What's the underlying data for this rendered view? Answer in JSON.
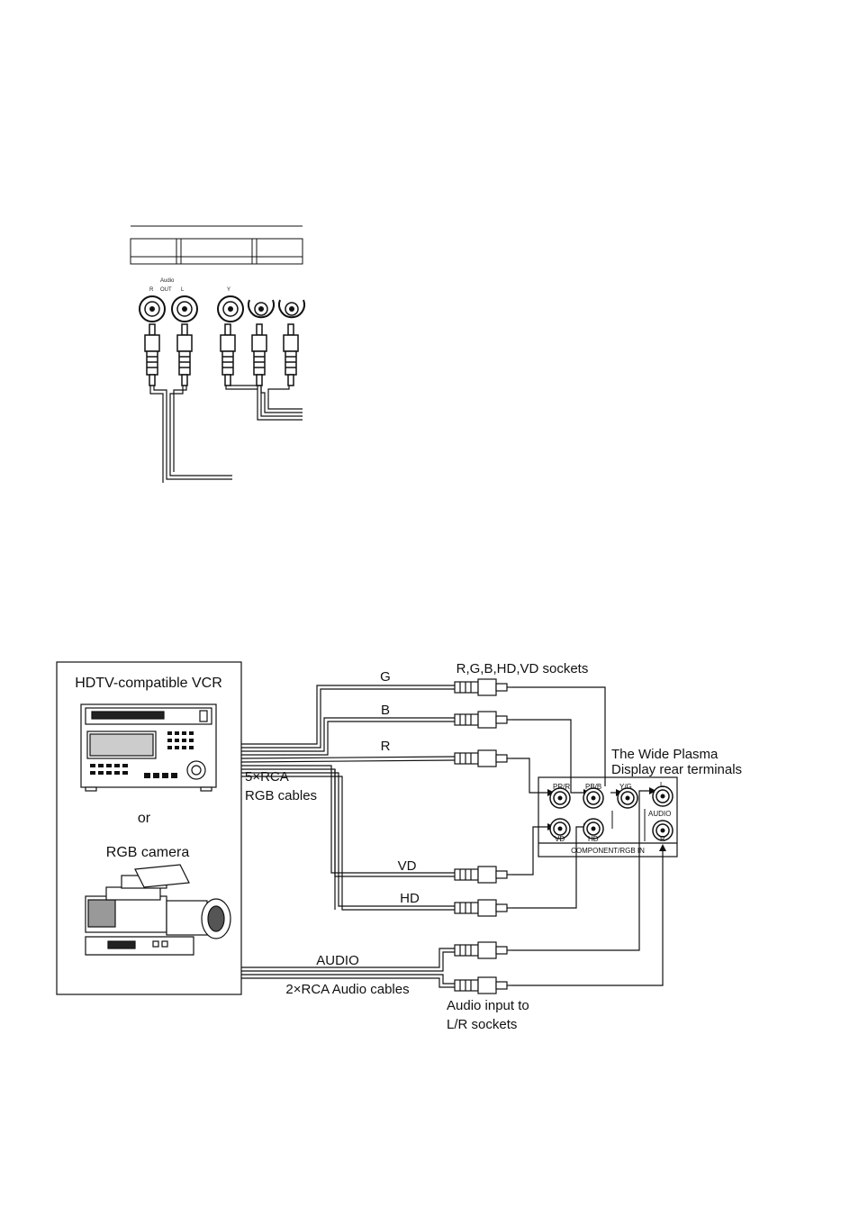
{
  "top_panel": {
    "audio_heading": "Audio",
    "out_label": "OUT",
    "r_label": "R",
    "l_label": "L",
    "y_label": "Y"
  },
  "source_box": {
    "vcr_label": "HDTV-compatible VCR",
    "or_label": "or",
    "camera_label": "RGB camera"
  },
  "cables": {
    "rgb_cables_line1": "5×RCA",
    "rgb_cables_line2": "RGB cables",
    "audio_cables": "2×RCA Audio cables",
    "audio_tag": "AUDIO"
  },
  "signals": {
    "g": "G",
    "b": "B",
    "r": "R",
    "vd": "VD",
    "hd": "HD"
  },
  "sockets_heading": "R,G,B,HD,VD sockets",
  "audio_input_line1": "Audio input to",
  "audio_input_line2": "L/R sockets",
  "display": {
    "title_line1": "The Wide Plasma",
    "title_line2": "Display rear terminals",
    "pr_r": "PR/R",
    "pb_b": "PB/B",
    "y_g": "Y/G",
    "l": "L",
    "audio": "AUDIO",
    "vd": "VD",
    "hd": "HD",
    "r": "R",
    "panel_label": "COMPONENT/RGB IN"
  }
}
